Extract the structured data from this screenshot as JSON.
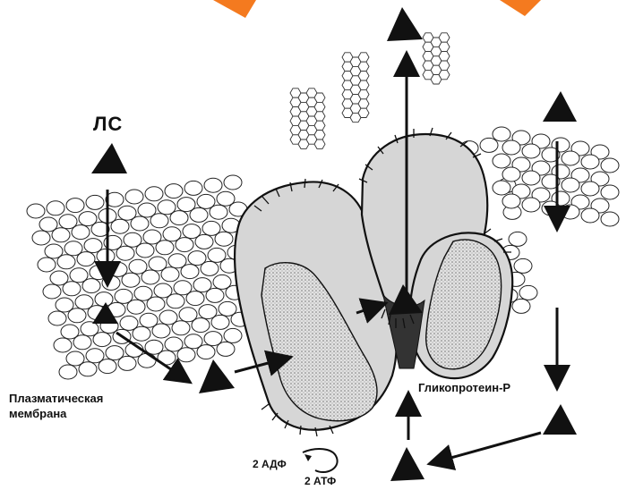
{
  "labels": {
    "drug": "ЛС",
    "membrane_line1": "Плазматическая",
    "membrane_line2": "мембрана",
    "pgp": "Гликопротеин-Р",
    "adp": "2 АДФ",
    "atp": "2 АТФ"
  },
  "colors": {
    "accent_orange": "#f47a1f",
    "ink": "#111111",
    "protein_fill": "#d6d6d6",
    "lipid_fill": "#ffffff"
  }
}
